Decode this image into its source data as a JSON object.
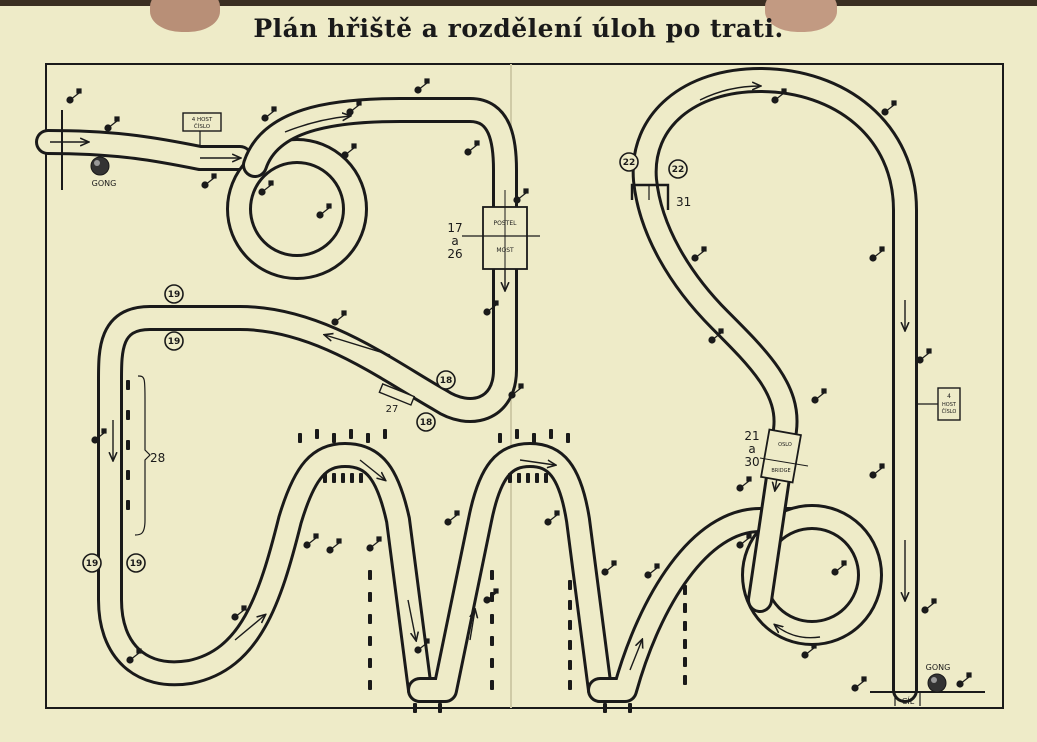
{
  "title": "Plán hřiště a rozdělení úloh po trati.",
  "labels": {
    "gong": "GONG",
    "cil": "CÍL",
    "sign_top_line1": "4 HOST",
    "sign_top_line2": "ČÍSLO",
    "bridge_line1": "POSTEL",
    "bridge_line2": "MOST",
    "bridge2_line1": "OSLO",
    "bridge2_line2": "BRIDGE",
    "right_sign_line1": "4",
    "right_sign_line2": "HOST",
    "right_sign_line3": "ČÍSLO",
    "task_17_a_26": [
      "17",
      "a",
      "26"
    ],
    "task_21_a_30": [
      "21",
      "a",
      "30"
    ],
    "task_27": "27",
    "task_28": "28",
    "task_31": "31",
    "circle_18": "18",
    "circle_19": "19",
    "circle_22": "22"
  },
  "colors": {
    "paper": "#eeebc8",
    "ink": "#1a1a1a"
  }
}
